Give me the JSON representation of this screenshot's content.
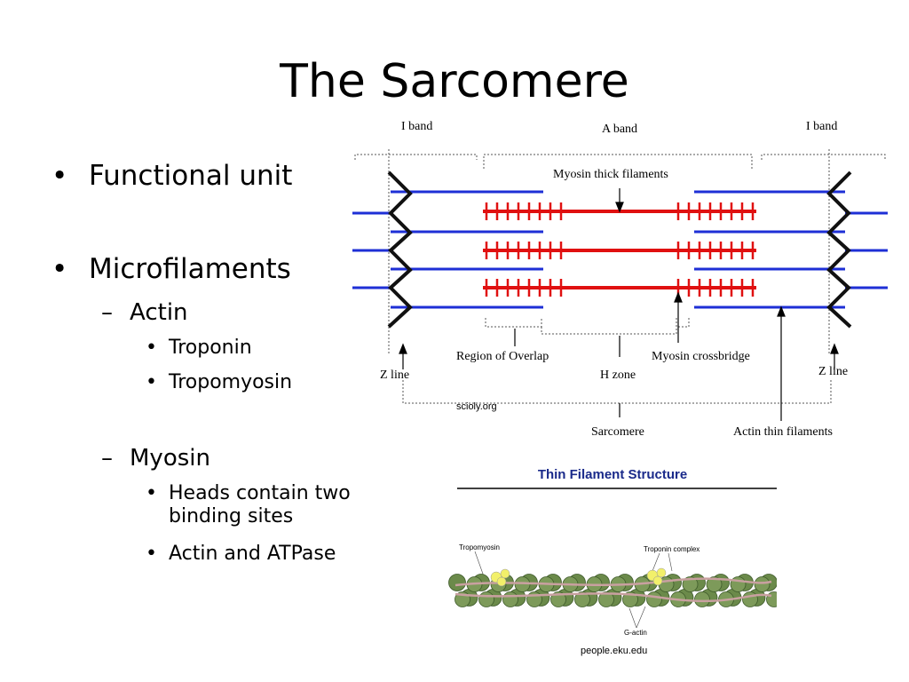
{
  "slide": {
    "title": "The Sarcomere",
    "bullets": {
      "functional_unit": "Functional unit",
      "microfilaments": "Microfilaments",
      "actin": "Actin",
      "troponin": "Troponin",
      "tropomyosin": "Tropomyosin",
      "myosin": "Myosin",
      "heads_line1": "Heads contain two",
      "heads_line2": "binding sites",
      "actin_atpase": "Actin and ATPase"
    },
    "bullet_glyph": "•",
    "dash_glyph": "–"
  },
  "sarcomere_diagram": {
    "labels": {
      "i_band_left": "I band",
      "a_band": "A band",
      "i_band_right": "I band",
      "myosin_thick": "Myosin thick filaments",
      "region_overlap": "Region of Overlap",
      "myosin_crossbridge": "Myosin crossbridge",
      "z_line_left": "Z line",
      "h_zone": "H zone",
      "z_line_right": "Z line",
      "sarcomere": "Sarcomere",
      "actin_thin": "Actin thin filaments"
    },
    "credit": "scioly.org",
    "colors": {
      "actin": "#1e2fd6",
      "myosin": "#e01010",
      "zline": "#111111"
    }
  },
  "thin_filament": {
    "title": "Thin Filament Structure",
    "tropomyosin": "Tropomyosin",
    "troponin_complex": "Troponin complex",
    "g_actin": "G-actin",
    "credit": "people.eku.edu",
    "colors": {
      "title": "#1a2a8a",
      "actin_bead": "#6b8a4a",
      "troponin": "#f2f06a",
      "tropomyosin": "#c9a0a0"
    }
  }
}
